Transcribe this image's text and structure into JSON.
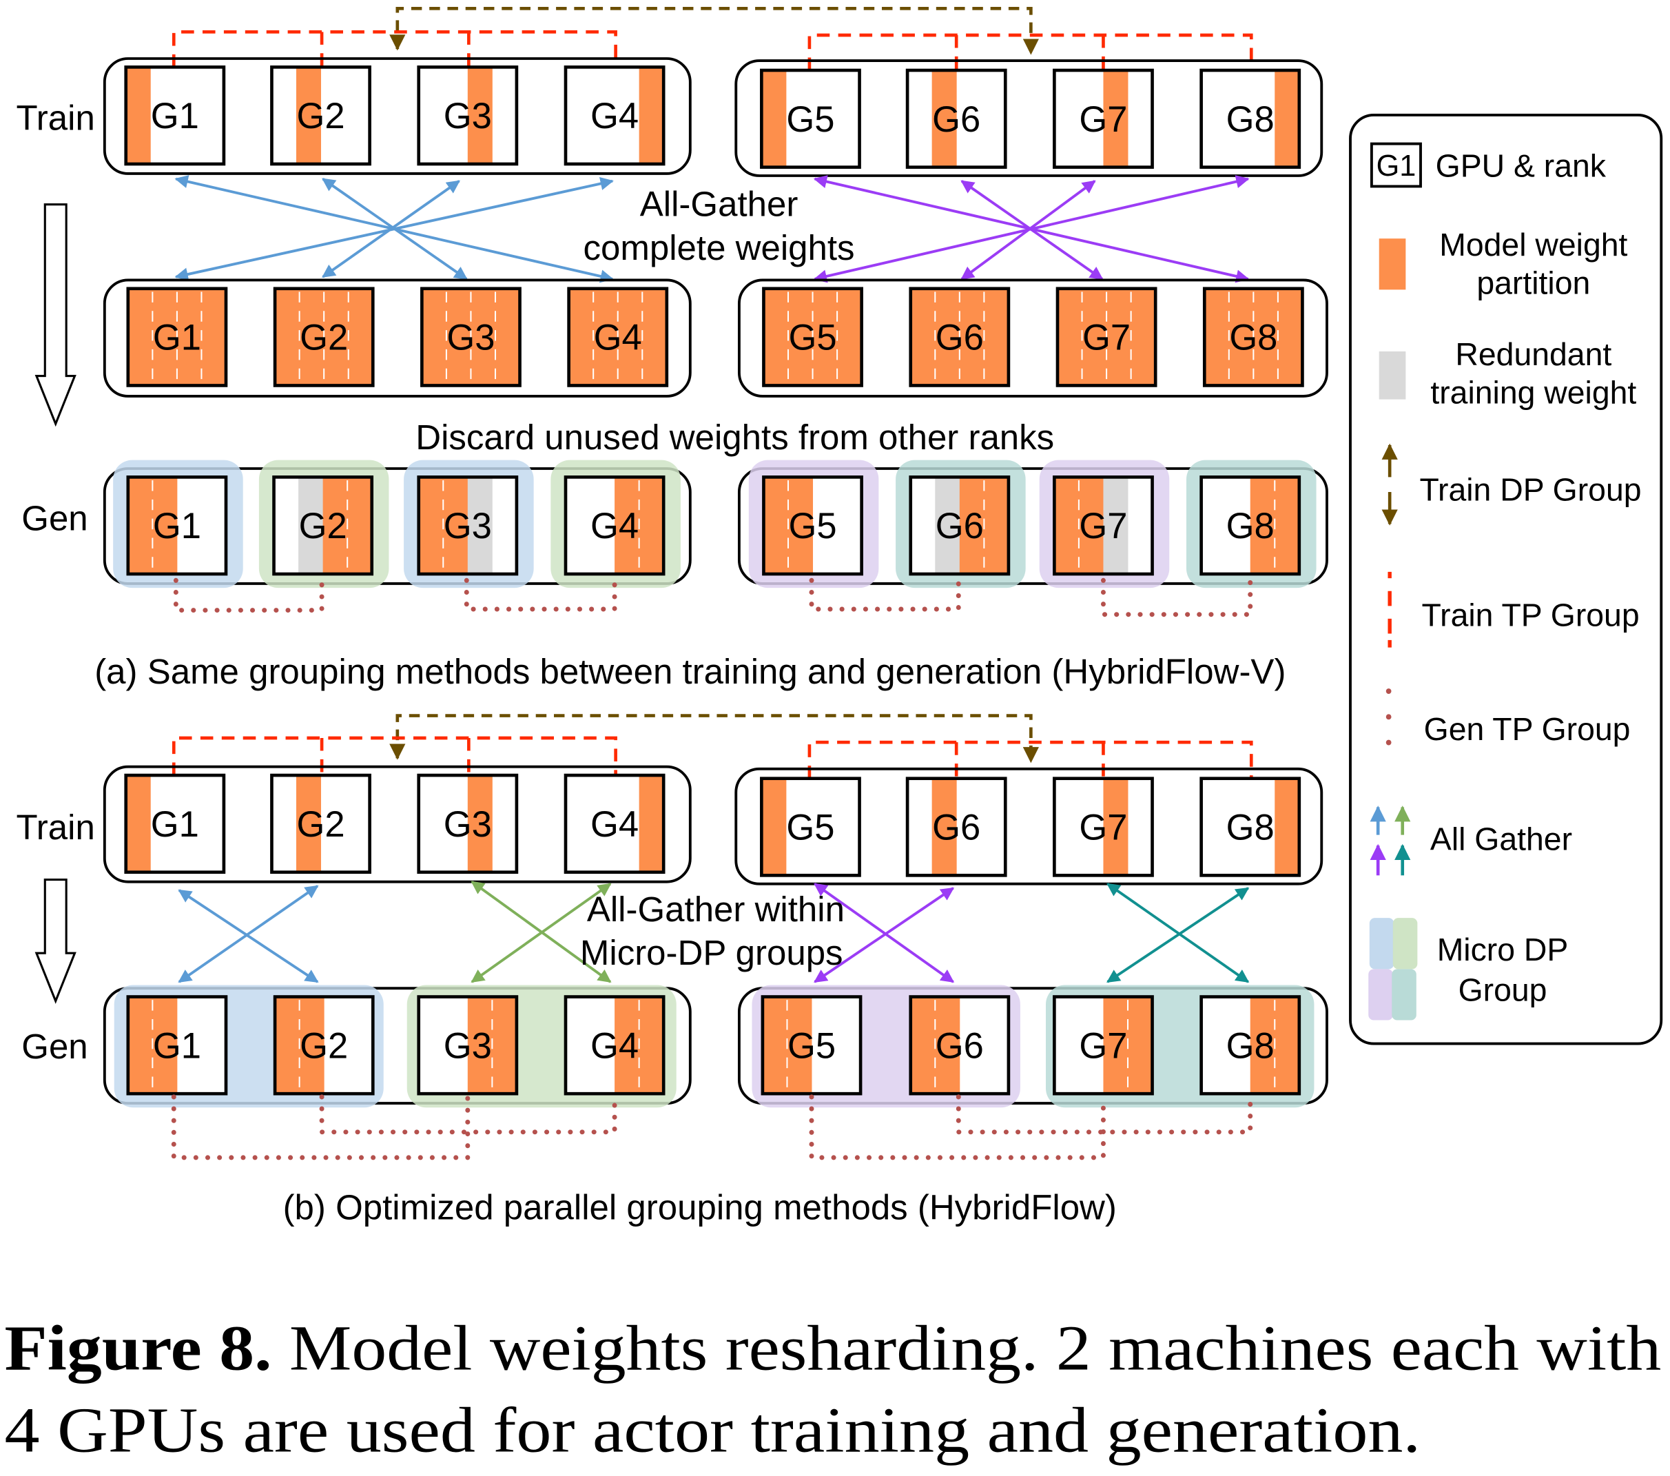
{
  "colors": {
    "weight": "#fd8f4c",
    "redundant": "#d9d9d9",
    "train_dp": "#6b4e00",
    "train_tp": "#ff2a00",
    "gen_tp": "#b5514d",
    "allgather_blue": "#5b9bd5",
    "allgather_purple": "#9b3cf5",
    "allgather_green": "#7fb05a",
    "allgather_teal": "#119090",
    "micro_blue": "#c3d9ee",
    "micro_green": "#cfe4c5",
    "micro_purple": "#ddd0f0",
    "micro_teal": "#b9dbd7"
  },
  "section_a": {
    "train_label": "Train",
    "gen_label": "Gen",
    "allgather_line1": "All-Gather",
    "allgather_line2": "complete weights",
    "discard_text": "Discard unused  weights from other ranks",
    "caption": "(a) Same grouping methods between training and generation (HybridFlow-V)",
    "train_gpus": [
      {
        "label": "G1",
        "cells": "owww"
      },
      {
        "label": "G2",
        "cells": "woww"
      },
      {
        "label": "G3",
        "cells": "wwow"
      },
      {
        "label": "G4",
        "cells": "wwwo"
      },
      {
        "label": "G5",
        "cells": "owww"
      },
      {
        "label": "G6",
        "cells": "woww"
      },
      {
        "label": "G7",
        "cells": "wwow"
      },
      {
        "label": "G8",
        "cells": "wwwo"
      }
    ],
    "gathered_gpus": [
      {
        "label": "G1",
        "cells": "oooo"
      },
      {
        "label": "G2",
        "cells": "oooo"
      },
      {
        "label": "G3",
        "cells": "oooo"
      },
      {
        "label": "G4",
        "cells": "oooo"
      },
      {
        "label": "G5",
        "cells": "oooo"
      },
      {
        "label": "G6",
        "cells": "oooo"
      },
      {
        "label": "G7",
        "cells": "oooo"
      },
      {
        "label": "G8",
        "cells": "oooo"
      }
    ],
    "gen_gpus": [
      {
        "label": "G1",
        "cells": "ooww",
        "group": "blue"
      },
      {
        "label": "G2",
        "cells": "wgoo",
        "group": "green"
      },
      {
        "label": "G3",
        "cells": "oogw",
        "group": "blue"
      },
      {
        "label": "G4",
        "cells": "wwoo",
        "group": "green"
      },
      {
        "label": "G5",
        "cells": "ooww",
        "group": "purple"
      },
      {
        "label": "G6",
        "cells": "wgoo",
        "group": "teal"
      },
      {
        "label": "G7",
        "cells": "oogw",
        "group": "purple"
      },
      {
        "label": "G8",
        "cells": "wwoo",
        "group": "teal"
      }
    ]
  },
  "section_b": {
    "train_label": "Train",
    "gen_label": "Gen",
    "allgather_line1": "All-Gather within",
    "allgather_line2": "Micro-DP groups",
    "caption": "(b) Optimized parallel grouping methods (HybridFlow)",
    "train_gpus": [
      {
        "label": "G1",
        "cells": "owww"
      },
      {
        "label": "G2",
        "cells": "woww"
      },
      {
        "label": "G3",
        "cells": "wwow"
      },
      {
        "label": "G4",
        "cells": "wwwo"
      },
      {
        "label": "G5",
        "cells": "owww"
      },
      {
        "label": "G6",
        "cells": "woww"
      },
      {
        "label": "G7",
        "cells": "wwow"
      },
      {
        "label": "G8",
        "cells": "wwwo"
      }
    ],
    "gen_gpus": [
      {
        "label": "G1",
        "cells": "ooww"
      },
      {
        "label": "G2",
        "cells": "ooww"
      },
      {
        "label": "G3",
        "cells": "wwoo"
      },
      {
        "label": "G4",
        "cells": "wwoo"
      },
      {
        "label": "G5",
        "cells": "ooww"
      },
      {
        "label": "G6",
        "cells": "ooww"
      },
      {
        "label": "G7",
        "cells": "wwoo"
      },
      {
        "label": "G8",
        "cells": "wwoo"
      }
    ],
    "micro_groups": [
      "blue",
      "green",
      "purple",
      "teal"
    ]
  },
  "legend": {
    "gpu_sample": "G1",
    "gpu_rank": "GPU & rank",
    "model_weight_1": "Model weight",
    "model_weight_2": "partition",
    "redundant_1": "Redundant",
    "redundant_2": "training weight",
    "train_dp": "Train DP Group",
    "train_tp": "Train TP Group",
    "gen_tp": "Gen TP Group",
    "all_gather": "All Gather",
    "micro_dp_1": "Micro DP",
    "micro_dp_2": "Group"
  },
  "figure_caption": {
    "label": "Figure 8.",
    "line1_rest": " Model weights resharding. 2 machines each with",
    "line2": "4 GPUs are used for actor training and generation."
  }
}
